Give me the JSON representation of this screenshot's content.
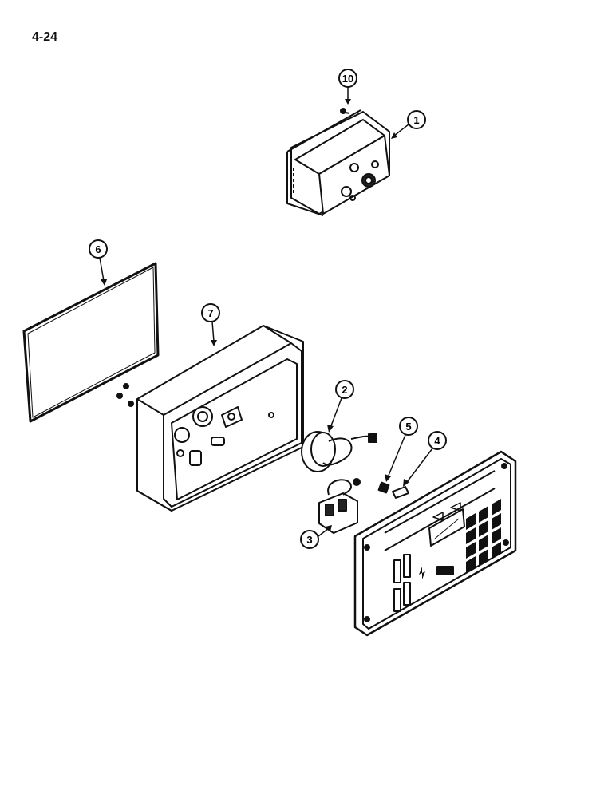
{
  "page_number": "4-24",
  "callouts": [
    {
      "id": "c10",
      "label": "10"
    },
    {
      "id": "c1",
      "label": "1"
    },
    {
      "id": "c6",
      "label": "6"
    },
    {
      "id": "c7",
      "label": "7"
    },
    {
      "id": "c2",
      "label": "2"
    },
    {
      "id": "c5",
      "label": "5"
    },
    {
      "id": "c4",
      "label": "4"
    },
    {
      "id": "c3",
      "label": "3"
    }
  ],
  "colors": {
    "line": "#111111",
    "paper": "#ffffff",
    "shade": "#d9d9d9"
  }
}
